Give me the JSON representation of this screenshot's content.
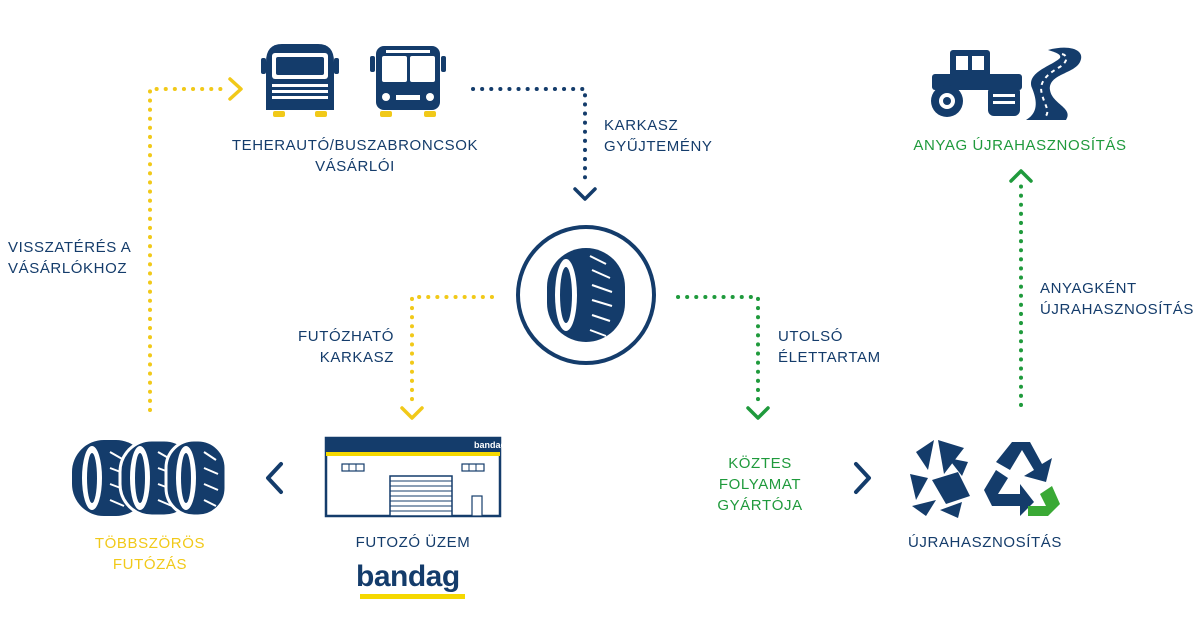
{
  "colors": {
    "navy": "#143c6b",
    "yellow": "#f1c919",
    "green": "#1f9a3c",
    "recycle_green": "#3aa935",
    "brand_yellow": "#f5d800"
  },
  "labels": {
    "buyers_line1": "TEHERAUTÓ/BUSZABRONCSOK",
    "buyers_line2": "VÁSÁRLÓI",
    "casing_collection_line1": "KARKASZ",
    "casing_collection_line2": "GYŰJTEMÉNY",
    "return_line1": "VISSZATÉRÉS A",
    "return_line2": "VÁSÁRLÓKHOZ",
    "retreadable_line1": "FUTÓZHATÓ",
    "retreadable_line2": "KARKASZ",
    "end_of_life_line1": "UTOLSÓ",
    "end_of_life_line2": "ÉLETTARTAM",
    "material_recycling_title": "ANYAG ÚJRAHASZNOSÍTÁS",
    "as_material_line1": "ANYAGKÉNT",
    "as_material_line2": "ÚJRAHASZNOSÍTÁS",
    "multiple_line1": "TÖBBSZÖRÖS",
    "multiple_line2": "FUTÓZÁS",
    "retread_plant": "FUTOZÓ ÜZEM",
    "intermediate_line1": "KÖZTES",
    "intermediate_line2": "FOLYAMAT",
    "intermediate_line3": "GYÁRTÓJA",
    "recycling": "ÚJRAHASZNOSÍTÁS"
  },
  "brand": {
    "logo_text": "bandag",
    "sign_text": "bandag"
  },
  "icons": {
    "truck": "truck-icon",
    "bus": "bus-icon",
    "tire": "tire-icon",
    "tire_stack": "tire-stack-icon",
    "factory": "retread-factory-icon",
    "road_roller": "road-roller-icon",
    "road": "road-icon",
    "shredded_tire": "shredded-tire-icon",
    "recycle": "recycle-icon"
  }
}
